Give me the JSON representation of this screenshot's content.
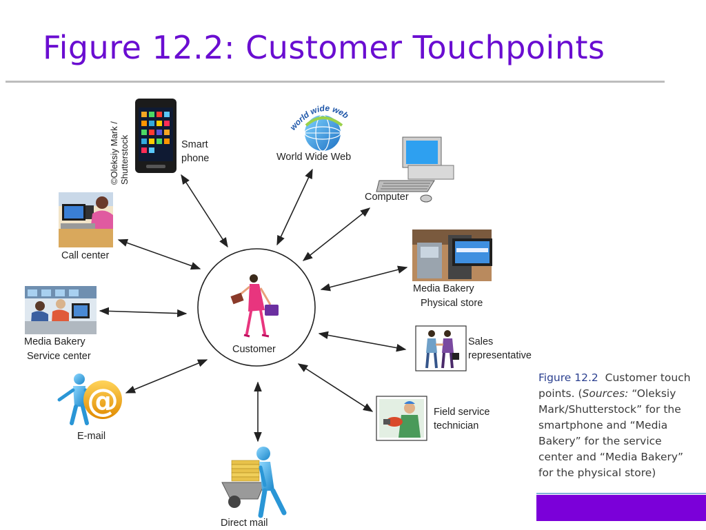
{
  "title": "Figure 12.2: Customer Touchpoints",
  "center": {
    "label": "Customer"
  },
  "credit": {
    "line1": "©Oleksiy Mark /",
    "line2": "Shutterstock"
  },
  "touchpoints": {
    "smartphone": {
      "line1": "Smart",
      "line2": "phone",
      "icon": "smartphone-icon"
    },
    "www": {
      "label": "World Wide Web",
      "badge_text": "world wide web",
      "icon": "globe-icon"
    },
    "computer": {
      "label": "Computer",
      "icon": "desktop-computer-icon"
    },
    "call_center": {
      "label": "Call center",
      "icon": "call-center-photo"
    },
    "physical_store": {
      "line1": "Media Bakery",
      "line2": "Physical store",
      "icon": "kiosk-photo"
    },
    "service_center": {
      "line1": "Media Bakery",
      "line2": "Service center",
      "icon": "service-desk-photo"
    },
    "sales_rep": {
      "line1": "Sales",
      "line2": "representative",
      "icon": "handshake-icon"
    },
    "email": {
      "label": "E-mail",
      "glyph": "@",
      "icon": "email-at-figure-icon"
    },
    "field_service": {
      "line1": "Field service",
      "line2": "technician",
      "icon": "technician-icon"
    },
    "direct_mail": {
      "label": "Direct mail",
      "icon": "wheelbarrow-mail-icon"
    }
  },
  "caption": {
    "fig_label": "Figure 12.2",
    "text_1": "Customer touch points. (",
    "sources_label": "Sources:",
    "text_2": " “Oleksiy Mark/Shutterstock” for the smartphone and “Media Bakery” for the service center and “Media Bakery” for the physical store)"
  },
  "colors": {
    "title": "#6a0dd1",
    "accent_bar": "#7b00d9",
    "caption_fig": "#2a3f8f"
  }
}
